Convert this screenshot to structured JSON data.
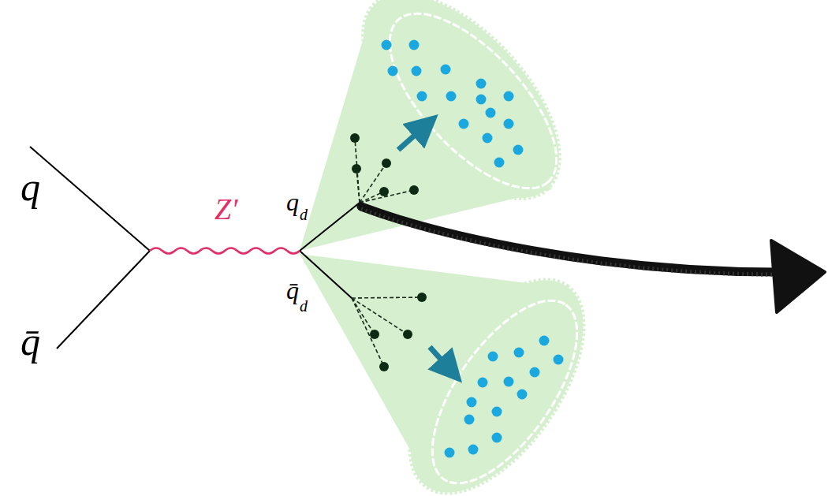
{
  "diagram": {
    "labels": [
      "q",
      "q̄",
      "Z′",
      "q",
      "d",
      "q̄",
      "d"
    ]
  }
}
